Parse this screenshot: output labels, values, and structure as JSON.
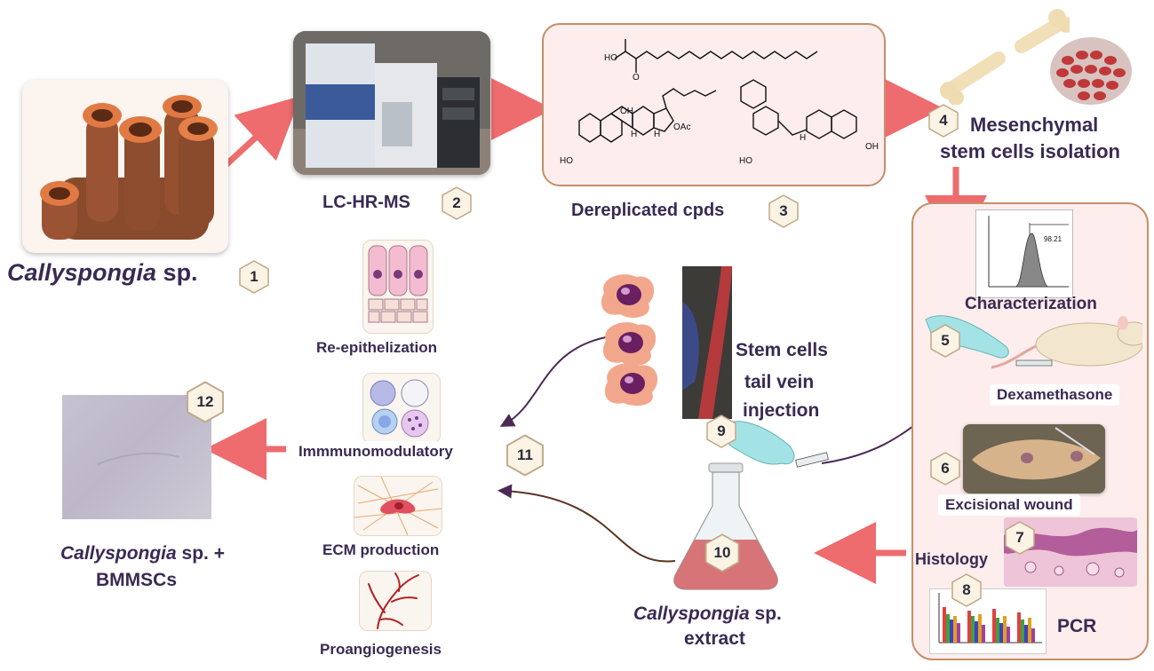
{
  "steps": {
    "s1": {
      "label_italic": "Callyspongia",
      "label_rest": " sp.",
      "num": "1"
    },
    "s2": {
      "label": "LC-HR-MS",
      "num": "2"
    },
    "s3": {
      "label": "Dereplicated cpds",
      "num": "3"
    },
    "s4": {
      "label_line1": "Mesenchymal",
      "label_line2": "stem cells isolation",
      "num": "4"
    },
    "s5": {
      "label": "Dexamethasone",
      "num": "5"
    },
    "s6": {
      "label": "Excisional wound",
      "num": "6"
    },
    "s7": {
      "label": "Histology",
      "num": "7"
    },
    "s8": {
      "label": "PCR",
      "num": "8"
    },
    "s9": {
      "line1": "Stem cells",
      "line2": "tail vein",
      "line3": "injection",
      "num": "9"
    },
    "s10": {
      "line1_italic": "Callyspongia",
      "line1_rest": " sp.",
      "line2": "extract",
      "num": "10"
    },
    "s11": {
      "label": "Immmunomodulatory",
      "num": "11"
    },
    "s12": {
      "line1_italic": "Callyspongia",
      "line1_rest": " sp. +",
      "line2": "BMMSCs",
      "num": "12"
    }
  },
  "characterization": {
    "label": "Characterization",
    "value": "98.21"
  },
  "effects": {
    "re_epithelization": "Re-epithelization",
    "ecm": "ECM production",
    "proangiogenesis": "Proangiogenesis"
  },
  "chem": {
    "ho": "HO",
    "ome": "O",
    "oac": "OAc",
    "ho2": "HO",
    "h1": "H",
    "h2": "H",
    "oh": "OH",
    "ho3": "HO",
    "oh2": "OH",
    "h3": "H"
  },
  "colors": {
    "arrow": "#ee6b6e",
    "curve": "#4b2a55",
    "panel_fill": "#fdeded",
    "panel_border": "#c48f6a",
    "text": "#3a2a52"
  }
}
